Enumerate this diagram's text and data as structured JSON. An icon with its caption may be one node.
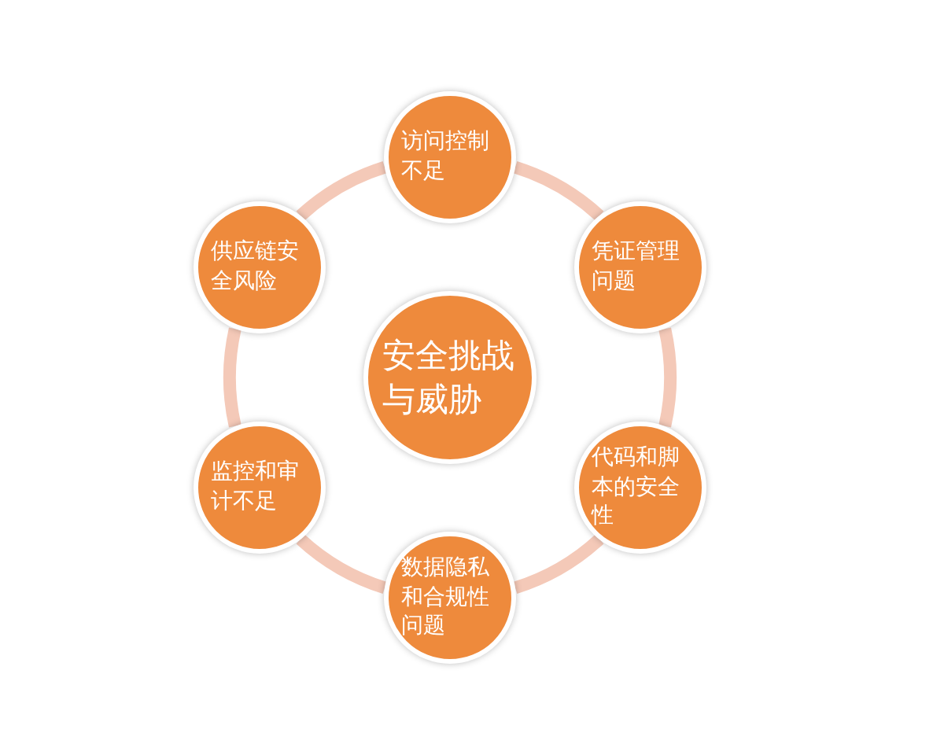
{
  "diagram": {
    "nodes": [
      {
        "text": [
          "安全挑战与威胁"
        ]
      },
      {
        "text": [
          "访问控制不足"
        ]
      },
      {
        "text": [
          "凭证管理问题"
        ]
      },
      {
        "text": [
          "代码和脚本的安全性"
        ]
      },
      {
        "text": [
          "数据隐私和合规性问题"
        ]
      },
      {
        "text": [
          "监控和审计不足"
        ]
      },
      {
        "text": [
          "供应链安全风险"
        ]
      }
    ],
    "edges": [
      {
        "from": 1,
        "to": 2,
        "arrow": "none"
      },
      {
        "from": 2,
        "to": 3,
        "arrow": "none"
      },
      {
        "from": 3,
        "to": 4,
        "arrow": "none"
      },
      {
        "from": 4,
        "to": 5,
        "arrow": "none"
      },
      {
        "from": 5,
        "to": 6,
        "arrow": "none"
      },
      {
        "from": 6,
        "to": 1,
        "arrow": "none"
      }
    ]
  }
}
